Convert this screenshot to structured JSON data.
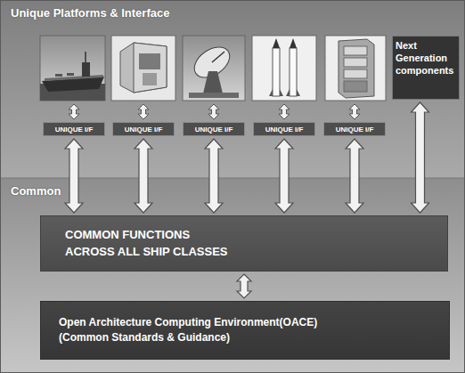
{
  "diagram": {
    "nodes": [
      {
        "text": [
          "Unique Platforms & Interface"
        ]
      },
      {
        "text": [
          "Common"
        ]
      },
      {
        "text": [
          "Next Generation components"
        ],
        "in": 0
      },
      {
        "text": [
          "UNIQUE I/F"
        ],
        "in": 0
      },
      {
        "text": [
          "UNIQUE I/F"
        ],
        "in": 0
      },
      {
        "text": [
          "UNIQUE I/F"
        ],
        "in": 0
      },
      {
        "text": [
          "UNIQUE I/F"
        ],
        "in": 0
      },
      {
        "text": [
          "UNIQUE I/F"
        ],
        "in": 0
      },
      {
        "text": [
          "COMMON FUNCTIONS ACROSS ALL SHIP CLASSES"
        ],
        "in": 1
      },
      {
        "text": [
          "Open Architecture Computing Environment(OACE)",
          "(Common Standards & Guidance)"
        ],
        "in": 1
      }
    ],
    "edges": [
      {
        "from": 3,
        "to": 8,
        "arrow": "both"
      },
      {
        "from": 4,
        "to": 8,
        "arrow": "both"
      },
      {
        "from": 5,
        "to": 8,
        "arrow": "both"
      },
      {
        "from": 6,
        "to": 8,
        "arrow": "both"
      },
      {
        "from": 7,
        "to": 8,
        "arrow": "both"
      },
      {
        "from": 2,
        "to": 8,
        "arrow": "both"
      },
      {
        "from": 8,
        "to": 9,
        "arrow": "both"
      }
    ]
  }
}
